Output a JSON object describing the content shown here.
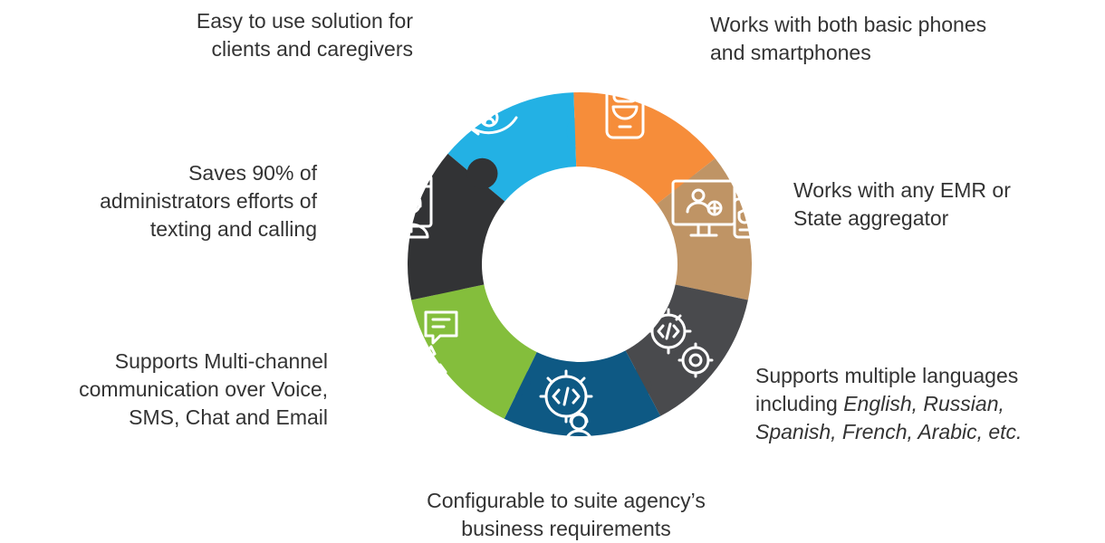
{
  "colors": {
    "top": "#23b1e4",
    "top_right": "#f68d3a",
    "right": "#bf9465",
    "bottom_right": "#494a4d",
    "bottom": "#0e5984",
    "bottom_left": "#84be3c",
    "top_left": "#323335",
    "icon_stroke": "#ffffff"
  },
  "segments": [
    {
      "key": "top",
      "icon": "gear-cycle-user-icon",
      "lines": [
        "Easy to use solution for",
        "clients and caregivers"
      ]
    },
    {
      "key": "top_right",
      "icon": "phone-robot-icon",
      "lines": [
        "Works with both basic phones",
        "and smartphones"
      ]
    },
    {
      "key": "right",
      "icon": "monitor-doctor-phone-icon",
      "lines": [
        "Works with any EMR or",
        "State aggregator"
      ]
    },
    {
      "key": "bottom_right",
      "icon": "code-gears-icon",
      "lines": [
        "Supports multiple languages",
        "including ",
        "Spanish, French, Arabic, etc."
      ],
      "italic": "English, Russian,"
    },
    {
      "key": "bottom",
      "icon": "code-gear-headset-icon",
      "lines": [
        "Configurable to suite agency’s",
        "business requirements"
      ]
    },
    {
      "key": "bottom_left",
      "icon": "robot-chat-phone-icon",
      "lines": [
        "Supports Multi-channel",
        "communication over Voice,",
        "SMS, Chat and Email"
      ]
    },
    {
      "key": "top_left",
      "icon": "browser-agent-icon",
      "lines": [
        "Saves 90% of",
        "administrators efforts of",
        "texting and calling"
      ]
    }
  ]
}
